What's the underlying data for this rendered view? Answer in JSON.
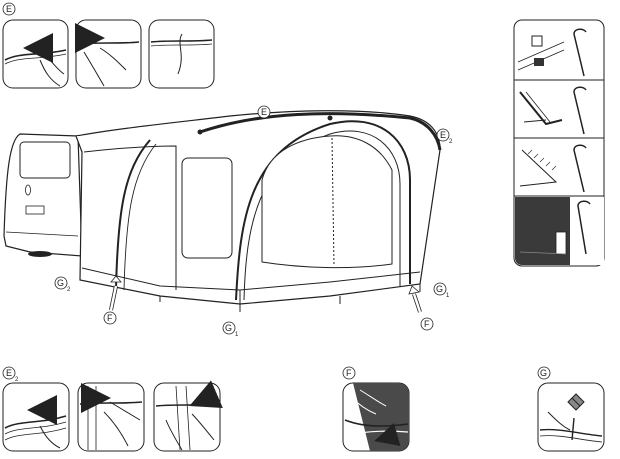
{
  "labels": {
    "E": "E",
    "E2": "E",
    "E2_sub": "2",
    "F": "F",
    "G": "G",
    "G1": "G",
    "G1_sub": "1",
    "G2": "G",
    "G2_sub": "2"
  },
  "colors": {
    "line": "#1a1a1a",
    "panel_dark": "#3a3a3a",
    "ground_dark": "#4a4a4a"
  },
  "icons": [
    "vehicle-icon",
    "awning-tent-icon",
    "hand-icon",
    "arrow-icon",
    "peg-icon",
    "mallet-icon"
  ]
}
